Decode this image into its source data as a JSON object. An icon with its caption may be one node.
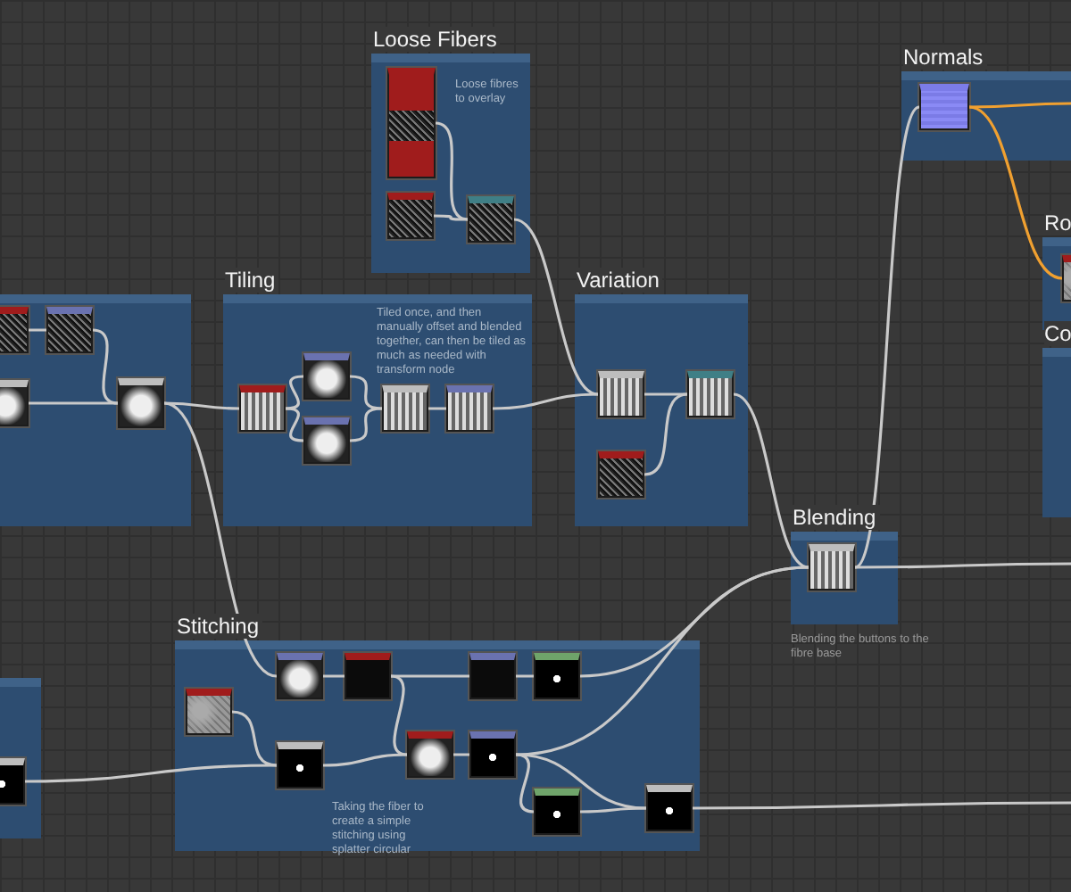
{
  "diagram": {
    "nodes": [
      {
        "text": [
          "Loose Fibers",
          "Loose fibres to overlay"
        ]
      },
      {
        "text": [],
        "shape": "picture",
        "in": 0
      },
      {
        "text": [],
        "shape": "picture",
        "in": 0
      },
      {
        "text": [],
        "shape": "picture",
        "in": 0
      },
      {
        "text": [
          "Normals"
        ]
      },
      {
        "text": [],
        "shape": "picture",
        "in": 4
      },
      {
        "text": [
          "Ro"
        ]
      },
      {
        "text": [],
        "shape": "picture",
        "in": 6
      },
      {
        "text": [],
        "shape": "box"
      },
      {
        "text": [],
        "shape": "picture",
        "in": 8
      },
      {
        "text": [],
        "shape": "picture",
        "in": 8
      },
      {
        "text": [],
        "shape": "picture",
        "in": 8
      },
      {
        "text": [],
        "shape": "picture",
        "in": 8
      },
      {
        "text": [
          "Tiling",
          "Tiled once, and then manually offset and blended together, can then be tiled as much as needed with transform node"
        ]
      },
      {
        "text": [],
        "shape": "picture",
        "in": 13
      },
      {
        "text": [],
        "shape": "picture",
        "in": 13
      },
      {
        "text": [],
        "shape": "picture",
        "in": 13
      },
      {
        "text": [],
        "shape": "picture",
        "in": 13
      },
      {
        "text": [],
        "shape": "picture",
        "in": 13
      },
      {
        "text": [
          "Variation"
        ]
      },
      {
        "text": [],
        "shape": "picture",
        "in": 19
      },
      {
        "text": [],
        "shape": "picture",
        "in": 19
      },
      {
        "text": [],
        "shape": "picture",
        "in": 19
      },
      {
        "text": [
          "Co"
        ]
      },
      {
        "text": [
          "Blending"
        ],
        "beside": [
          "Blending the buttons to the fibre base"
        ]
      },
      {
        "text": [],
        "shape": "picture",
        "in": 24
      },
      {
        "text": [],
        "shape": "box"
      },
      {
        "text": [],
        "shape": "picture",
        "in": 26
      },
      {
        "text": [
          "Stitching",
          "Taking the fiber to create a simple stitching using splatter circular"
        ]
      },
      {
        "text": [],
        "shape": "picture",
        "in": 28
      },
      {
        "text": [],
        "shape": "picture",
        "in": 28
      },
      {
        "text": [],
        "shape": "picture",
        "in": 28
      },
      {
        "text": [],
        "shape": "picture",
        "in": 28
      },
      {
        "text": [],
        "shape": "picture",
        "in": 28
      },
      {
        "text": [],
        "shape": "picture",
        "in": 28
      },
      {
        "text": [],
        "shape": "picture",
        "in": 28
      },
      {
        "text": [],
        "shape": "picture",
        "in": 28
      },
      {
        "text": [],
        "shape": "picture",
        "in": 28
      },
      {
        "text": [],
        "shape": "picture",
        "in": 28
      }
    ],
    "edges": [
      {
        "from": 1,
        "to": 3,
        "arrow": "none"
      },
      {
        "from": 2,
        "to": 3,
        "arrow": "none"
      },
      {
        "from": 3,
        "to": 20,
        "arrow": "none"
      },
      {
        "from": 10,
        "to": 12,
        "arrow": "none"
      },
      {
        "from": 11,
        "to": 12,
        "arrow": "none"
      },
      {
        "from": 9,
        "to": 10,
        "arrow": "none"
      },
      {
        "from": 12,
        "to": 14,
        "arrow": "none"
      },
      {
        "from": 12,
        "to": 30,
        "arrow": "none"
      },
      {
        "from": 14,
        "to": 15,
        "arrow": "none"
      },
      {
        "from": 14,
        "to": 16,
        "arrow": "none"
      },
      {
        "from": 15,
        "to": 17,
        "arrow": "none"
      },
      {
        "from": 16,
        "to": 17,
        "arrow": "none"
      },
      {
        "from": 17,
        "to": 18,
        "arrow": "none"
      },
      {
        "from": 18,
        "to": 20,
        "arrow": "none"
      },
      {
        "from": 20,
        "to": 21,
        "arrow": "none"
      },
      {
        "from": 22,
        "to": 21,
        "arrow": "none"
      },
      {
        "from": 21,
        "to": 25,
        "arrow": "none"
      },
      {
        "from": 25,
        "to": null,
        "arrow": "none"
      },
      {
        "from": 25,
        "to": 5,
        "arrow": "none"
      },
      {
        "from": 5,
        "to": 7,
        "arrow": "none",
        "color": "#f0a030"
      },
      {
        "from": 5,
        "to": null,
        "arrow": "none",
        "color": "#f0a030"
      },
      {
        "from": 27,
        "to": 34,
        "arrow": "none"
      },
      {
        "from": 29,
        "to": 34,
        "arrow": "none"
      },
      {
        "from": 30,
        "to": 31,
        "arrow": "none"
      },
      {
        "from": 31,
        "to": 32,
        "arrow": "none"
      },
      {
        "from": 31,
        "to": 35,
        "arrow": "none"
      },
      {
        "from": 34,
        "to": 35,
        "arrow": "none"
      },
      {
        "from": 32,
        "to": 33,
        "arrow": "none"
      },
      {
        "from": 35,
        "to": 36,
        "arrow": "none"
      },
      {
        "from": 36,
        "to": 38,
        "arrow": "none"
      },
      {
        "from": 36,
        "to": 37,
        "arrow": "none"
      },
      {
        "from": 37,
        "to": 38,
        "arrow": "none"
      },
      {
        "from": 33,
        "to": 25,
        "arrow": "none"
      },
      {
        "from": 36,
        "to": 25,
        "arrow": "none"
      },
      {
        "from": 38,
        "to": null,
        "arrow": "none"
      }
    ]
  }
}
